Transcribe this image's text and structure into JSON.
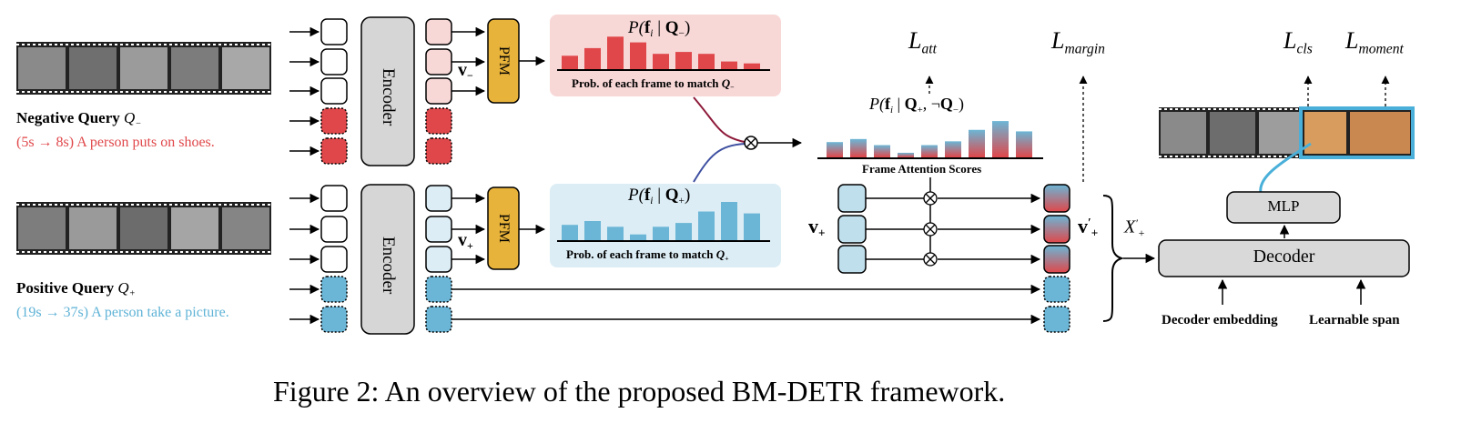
{
  "negative_query": {
    "title": "Negative Query",
    "symbol": "Q",
    "symbol_sub": "−",
    "description": "(5s → 8s) A person puts on shoes."
  },
  "positive_query": {
    "title": "Positive Query",
    "symbol": "Q",
    "symbol_sub": "+",
    "description": "(19s → 37s) A person take a picture."
  },
  "encoder_label": "Encoder",
  "pfm_label": "PFM",
  "v_minus": "v",
  "v_minus_sub": "−",
  "v_plus": "v",
  "v_plus_sub": "+",
  "neg_prob": {
    "title_prefix": "P(",
    "title_f": "f",
    "title_i": "i",
    "title_mid": " | ",
    "title_q": "Q",
    "title_sub": "−",
    "title_end": ")",
    "caption_text": "Prob. of each frame to match ",
    "caption_q": "Q",
    "caption_sub": "−",
    "bar_values": [
      0.35,
      0.55,
      0.85,
      0.7,
      0.4,
      0.45,
      0.4,
      0.2,
      0.15
    ]
  },
  "pos_prob": {
    "title_prefix": "P(",
    "title_f": "f",
    "title_i": "i",
    "title_mid": " | ",
    "title_q": "Q",
    "title_sub": "+",
    "title_end": ")",
    "caption_text": "Prob. of each frame to match ",
    "caption_q": "Q",
    "caption_sub": "+",
    "bar_values": [
      0.4,
      0.5,
      0.35,
      0.15,
      0.35,
      0.45,
      0.75,
      1.0,
      0.7
    ]
  },
  "frame_attn": {
    "title_prefix": "P(",
    "title_f": "f",
    "title_i": "i",
    "title_mid": " | ",
    "title_q1": "Q",
    "title_q1_sub": "+",
    "title_sep": ", ¬",
    "title_q2": "Q",
    "title_q2_sub": "−",
    "title_end": ")",
    "caption": "Frame Attention Scores",
    "bar_values": [
      0.4,
      0.48,
      0.32,
      0.12,
      0.32,
      0.42,
      0.72,
      0.95,
      0.68
    ]
  },
  "losses": {
    "att": "L",
    "att_sub": "att",
    "margin": "L",
    "margin_sub": "margin",
    "cls": "L",
    "cls_sub": "cls",
    "moment": "L",
    "moment_sub": "moment"
  },
  "v_plus_prime": "v",
  "v_plus_prime_sub": "+",
  "x_plus_prime": "X",
  "x_plus_prime_sub": "+",
  "mlp_label": "MLP",
  "decoder_label": "Decoder",
  "decoder_embedding": "Decoder embedding",
  "learnable_span": "Learnable span",
  "figure_caption": "Figure 2: An overview of the proposed BM-DETR framework.",
  "colors": {
    "neg_red": "#e0474a",
    "pos_blue": "#6bb6d6",
    "neg_bg": "#f8d7d7",
    "pos_bg": "#dcedf5",
    "pfm_fill": "#e8b33a",
    "encoder_fill": "#d6d6d6",
    "decoder_fill": "#d9d9d9",
    "highlight_border": "#4ab0d9"
  }
}
